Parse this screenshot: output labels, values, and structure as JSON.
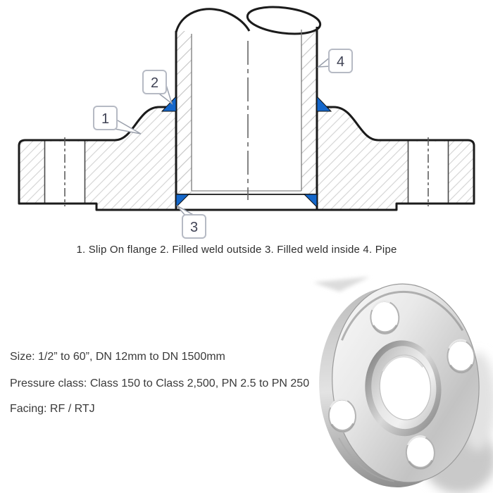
{
  "diagram": {
    "callouts": [
      {
        "label": "1"
      },
      {
        "label": "2"
      },
      {
        "label": "3"
      },
      {
        "label": "4"
      }
    ],
    "caption": "1. Slip On flange 2. Filled weld outside 3. Filled weld inside 4. Pipe",
    "colors": {
      "weld_fill": "#1467cb",
      "outline": "#1b1b1b",
      "callout_text": "#3f4254"
    }
  },
  "specs": {
    "size": "Size: 1/2” to 60”, DN 12mm to DN 1500mm",
    "pressure_class": "Pressure class: Class 150 to Class 2,500, PN 2.5 to PN 250",
    "facing": "Facing: RF / RTJ"
  }
}
